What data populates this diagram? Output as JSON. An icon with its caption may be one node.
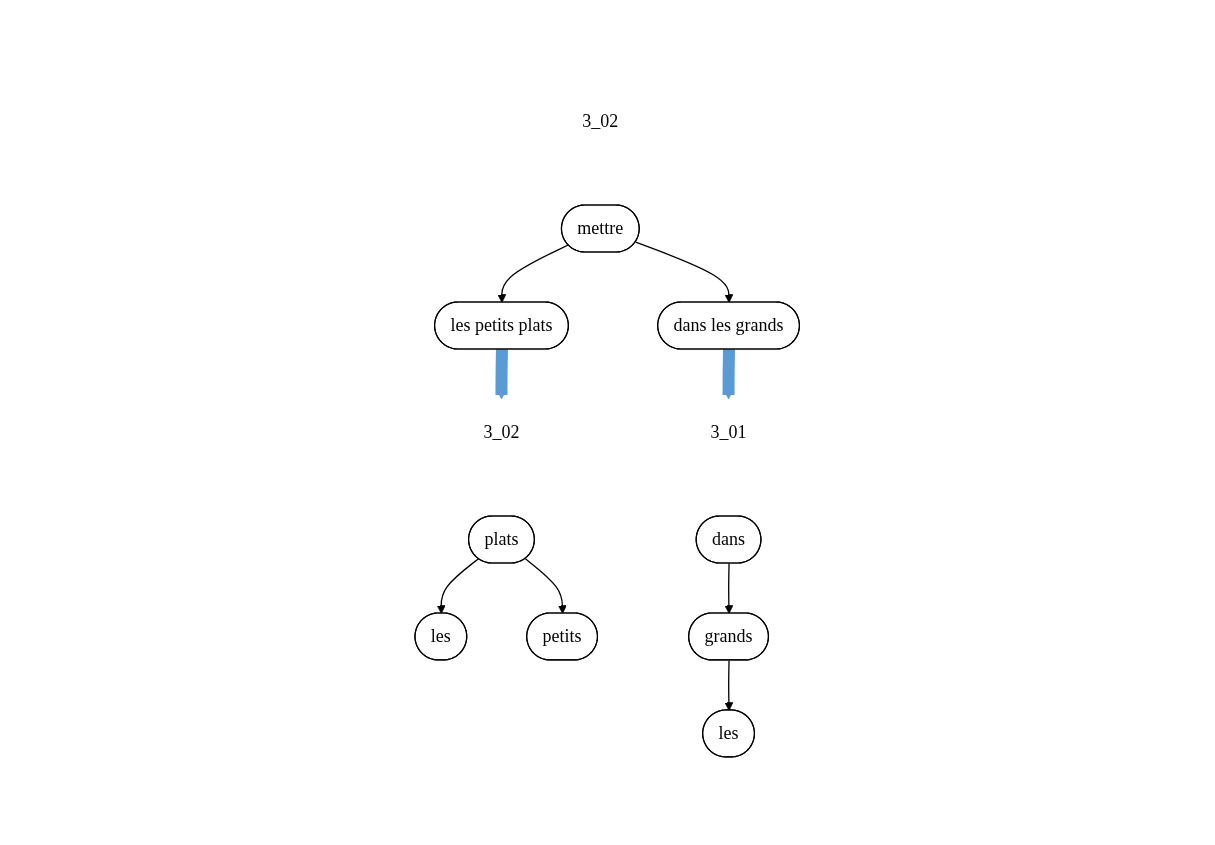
{
  "diagram": {
    "nodes": [
      {
        "text": [
          "3_02"
        ]
      },
      {
        "text": [
          "mettre"
        ]
      },
      {
        "text": [
          "les petits plats"
        ]
      },
      {
        "text": [
          "dans les grands"
        ]
      },
      {
        "text": [
          "3_02"
        ]
      },
      {
        "text": [
          "plats"
        ]
      },
      {
        "text": [
          "les"
        ]
      },
      {
        "text": [
          "petits"
        ]
      },
      {
        "text": [
          "3_01"
        ]
      },
      {
        "text": [
          "dans"
        ]
      },
      {
        "text": [
          "grands"
        ]
      },
      {
        "text": [
          "les"
        ]
      }
    ],
    "edges": [
      {
        "from": 1,
        "to": 2,
        "arrow": "to"
      },
      {
        "from": 1,
        "to": 3,
        "arrow": "to"
      },
      {
        "from": 2,
        "to": 4,
        "arrow": "to",
        "style": "thick",
        "color": "#5b9bd5"
      },
      {
        "from": 3,
        "to": 8,
        "arrow": "to",
        "style": "thick",
        "color": "#5b9bd5"
      },
      {
        "from": 5,
        "to": 6,
        "arrow": "to"
      },
      {
        "from": 5,
        "to": 7,
        "arrow": "to"
      },
      {
        "from": 9,
        "to": 10,
        "arrow": "to"
      },
      {
        "from": 10,
        "to": 11,
        "arrow": "to"
      }
    ]
  }
}
